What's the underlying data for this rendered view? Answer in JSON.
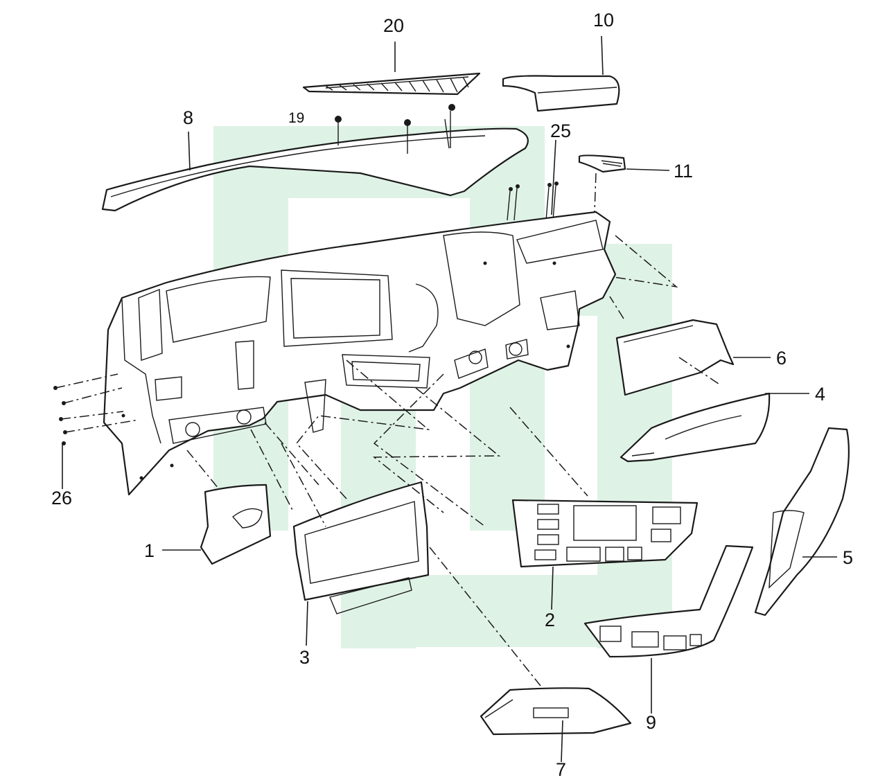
{
  "diagram": {
    "watermark_color": "#dff2e6",
    "line_color": "#1a1a1a",
    "parts": [
      {
        "id": "1",
        "label": "1"
      },
      {
        "id": "2",
        "label": "2"
      },
      {
        "id": "3",
        "label": "3"
      },
      {
        "id": "4",
        "label": "4"
      },
      {
        "id": "5",
        "label": "5"
      },
      {
        "id": "6",
        "label": "6"
      },
      {
        "id": "7",
        "label": "7"
      },
      {
        "id": "8",
        "label": "8"
      },
      {
        "id": "9",
        "label": "9"
      },
      {
        "id": "10",
        "label": "10"
      },
      {
        "id": "11",
        "label": "11"
      },
      {
        "id": "19",
        "label": "19"
      },
      {
        "id": "20",
        "label": "20"
      },
      {
        "id": "25",
        "label": "25"
      },
      {
        "id": "26",
        "label": "26"
      }
    ]
  }
}
